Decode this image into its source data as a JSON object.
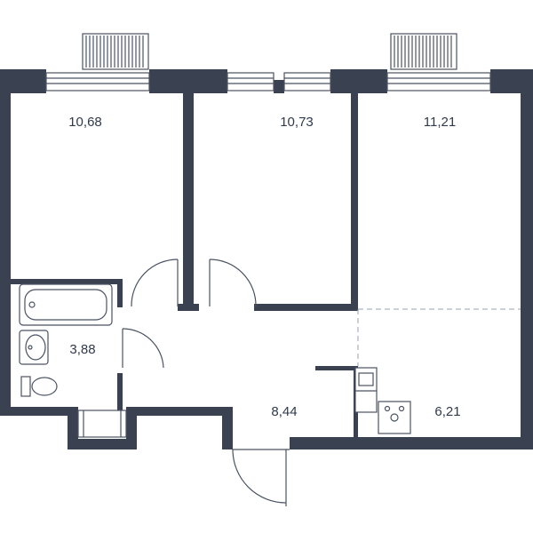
{
  "plan": {
    "colors": {
      "wall": "#3a4252",
      "fixture": "#4a5262",
      "text": "#2f3a4a",
      "background": "#ffffff",
      "zone_line": "#9aa3b0"
    },
    "rooms": [
      {
        "id": "bedroom_left",
        "area": "10,68"
      },
      {
        "id": "bedroom_middle",
        "area": "10,73"
      },
      {
        "id": "living_room",
        "area": "11,21"
      },
      {
        "id": "bathroom",
        "area": "3,88"
      },
      {
        "id": "hallway",
        "area": "8,44"
      },
      {
        "id": "kitchen",
        "area": "6,21"
      }
    ]
  }
}
